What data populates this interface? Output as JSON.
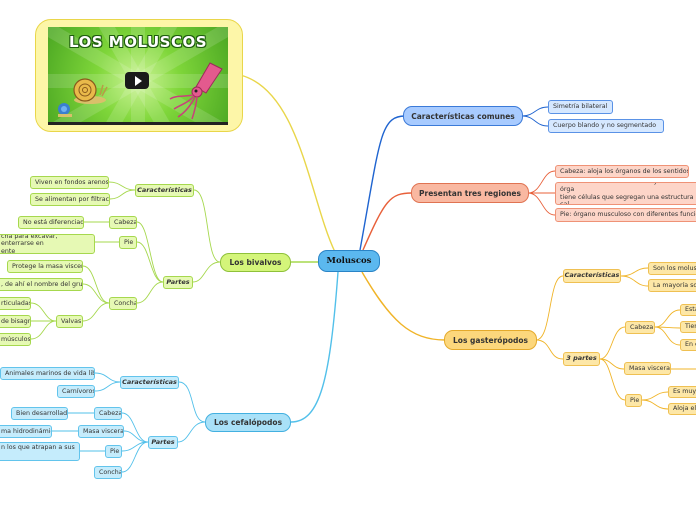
{
  "center": {
    "label": "Moluscos"
  },
  "thumbnail": {
    "title": "LOS MOLUSCOS",
    "icon": "play-icon"
  },
  "branches": {
    "comunes": {
      "label": "Características comunes",
      "items": [
        "Simetría bilateral",
        "Cuerpo blando y no segmentado"
      ]
    },
    "regiones": {
      "label": "Presentan tres regiones",
      "items": [
        "Cabeza: aloja los órganos de los sentidos",
        "Masa visceral: contiene la mayoría de los órga",
        "tiene células que segregan una estructura cal",
        "Pie: órgano musculoso con diferentes funcion"
      ]
    },
    "gasteropodos": {
      "label": "Los gasterópodos",
      "caracteristicas": {
        "label": "Características",
        "items": [
          "Son los molusco",
          "La mayoría son"
        ]
      },
      "partes": {
        "label": "3 partes",
        "cabeza": {
          "label": "Cabeza",
          "items": [
            "Está",
            "Tien",
            "En e"
          ]
        },
        "masa": {
          "label": "Masa visceral"
        },
        "pie": {
          "label": "Pie",
          "items": [
            "Es muy",
            "Aloja el c"
          ]
        }
      }
    },
    "bivalvos": {
      "label": "Los bivalvos",
      "caracteristicas": {
        "label": "Características",
        "items": [
          "Viven en fondos arenosos",
          "Se alimentan por filtración"
        ]
      },
      "partes": {
        "label": "Partes",
        "cabeza": {
          "label": "Cabeza",
          "items": [
            "No está diferenciada"
          ]
        },
        "pie": {
          "label": "Pie",
          "items": [
            "cha para excavar, enterrarse en",
            "ente"
          ]
        },
        "concha": {
          "label": "Concha",
          "items": [
            "Protege la masa visceral",
            ", de ahí el nombre del grupo"
          ],
          "valvas": {
            "label": "Valvas",
            "items": [
              "rticuladas",
              "de bisagra",
              "músculos"
            ]
          }
        }
      }
    },
    "cefalopodos": {
      "label": "Los cefalópodos",
      "caracteristicas": {
        "label": "Características",
        "items": [
          "Animales marinos de vida libre",
          "Carnívoros"
        ]
      },
      "partes": {
        "label": "Partes",
        "cabeza": {
          "label": "Cabeza",
          "items": [
            "Bien desarrollada"
          ]
        },
        "masa": {
          "label": "Masa visceral",
          "items": [
            "ma hidrodinámica"
          ]
        },
        "pie": {
          "label": "Pie",
          "items": [
            "n los que atrapan a sus"
          ]
        },
        "concha": {
          "label": "Concha"
        }
      }
    }
  },
  "colors": {
    "green": "#a6d84e",
    "blue": "#52c0ea",
    "darkblue": "#1f64d0",
    "red": "#e8603a",
    "orange": "#f0b428",
    "yellow": "#e9d64a"
  }
}
